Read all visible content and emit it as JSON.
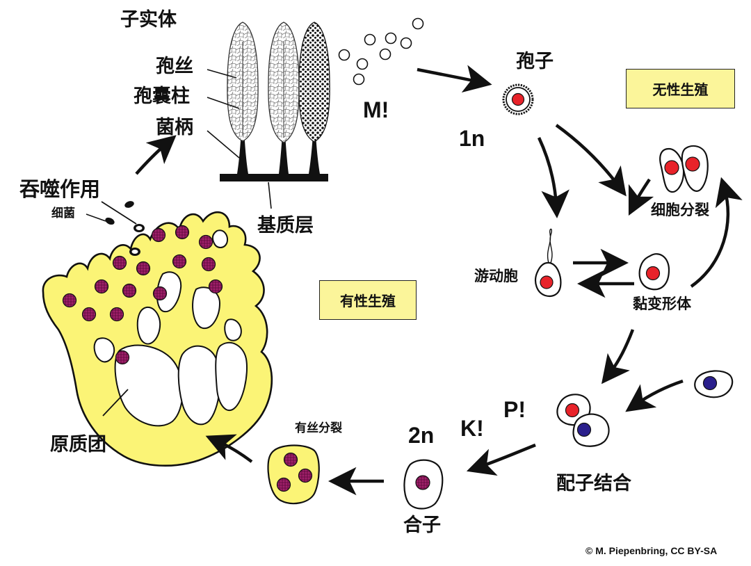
{
  "labels": {
    "fruiting_body": "子实体",
    "capillitium": "孢丝",
    "columella": "孢囊柱",
    "stalk": "菌柄",
    "hypothallus": "基质层",
    "spore": "孢子",
    "meiosis": "M!",
    "haploid": "1n",
    "cell_division": "细胞分裂",
    "swarm_cell": "游动胞",
    "myxamoeba": "黏变形体",
    "plasmogamy": "P!",
    "karyogamy": "K!",
    "diploid": "2n",
    "gamete_fusion": "配子结合",
    "zygote": "合子",
    "mitosis": "有丝分裂",
    "plasmodium": "原质团",
    "phagocytosis": "吞噬作用",
    "bacteria": "细菌"
  },
  "boxes": {
    "asexual": "无性生殖",
    "sexual": "有性生殖"
  },
  "credit": "© M. Piepenbring, CC BY-SA",
  "colors": {
    "cytoplasm_yellow": "#fbf476",
    "box_yellow": "#fbf59a",
    "nucleus_red": "#e8232a",
    "nucleus_blue": "#2a1f8c",
    "nucleus_purple": "#a0206a",
    "outline": "#111111"
  }
}
